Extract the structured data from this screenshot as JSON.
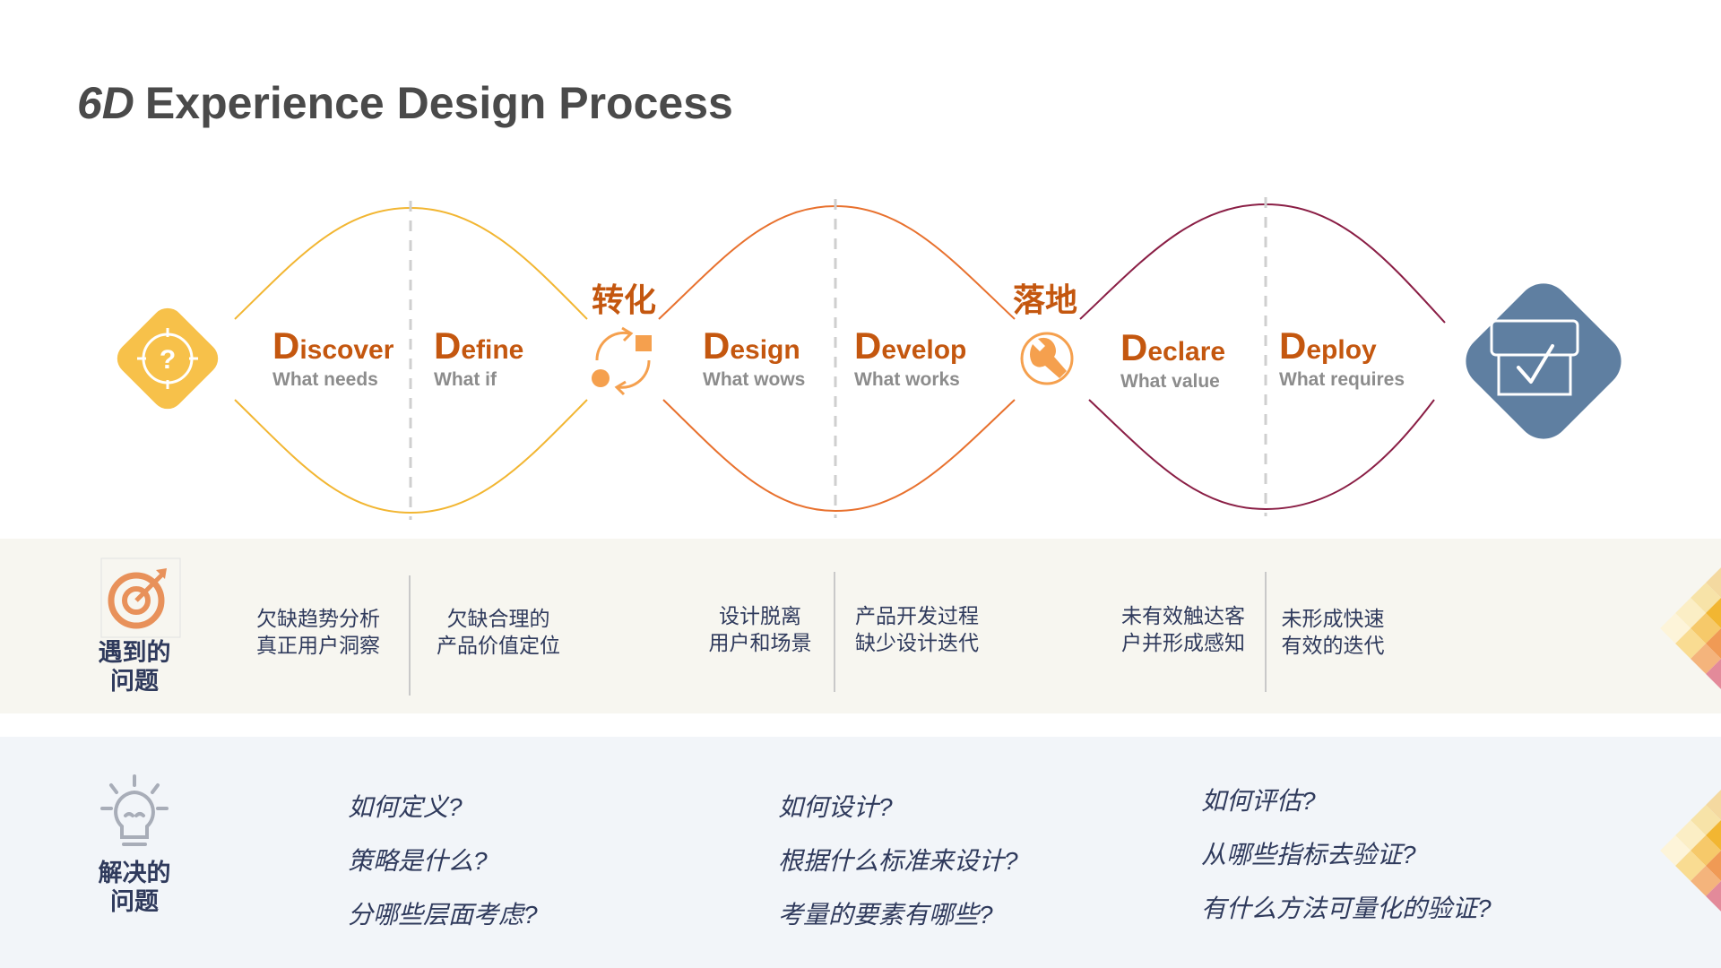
{
  "title": {
    "prefix": "6D",
    "main": "Experience Design Process"
  },
  "phases": [
    {
      "cap": "D",
      "rest": "iscover",
      "sub": "What needs"
    },
    {
      "cap": "D",
      "rest": "efine",
      "sub": "What if"
    },
    {
      "cap": "D",
      "rest": "esign",
      "sub": "What wows"
    },
    {
      "cap": "D",
      "rest": "evelop",
      "sub": "What works"
    },
    {
      "cap": "D",
      "rest": "eclare",
      "sub": "What value"
    },
    {
      "cap": "D",
      "rest": "eploy",
      "sub": "What requires"
    }
  ],
  "connectors": [
    "转化",
    "落地"
  ],
  "problems": {
    "label_line1": "遇到的",
    "label_line2": "问题",
    "items": [
      {
        "line1": "欠缺趋势分析",
        "line2": "真正用户洞察"
      },
      {
        "line1": "欠缺合理的",
        "line2": "产品价值定位"
      },
      {
        "line1": "设计脱离",
        "line2": "用户和场景"
      },
      {
        "line1": "产品开发过程",
        "line2": "缺少设计迭代"
      },
      {
        "line1": "未有效触达客",
        "line2": "户并形成感知"
      },
      {
        "line1": "未形成快速",
        "line2": "有效的迭代"
      }
    ]
  },
  "solutions": {
    "label_line1": "解决的",
    "label_line2": "问题",
    "columns": [
      [
        "如何定义?",
        "策略是什么?",
        "分哪些层面考虑?"
      ],
      [
        "如何设计?",
        "根据什么标准来设计?",
        "考量的要素有哪些?"
      ],
      [
        "如何评估?",
        "从哪些指标去验证?",
        "有什么方法可量化的验证?"
      ]
    ]
  },
  "colors": {
    "loop1": "#f2b632",
    "loop2": "#e8712e",
    "loop3": "#8a1e45",
    "accent_text": "#c4570f",
    "start_diamond": "#f7c14a",
    "end_diamond": "#5f7fa1",
    "band_text": "#2f3a5c"
  }
}
